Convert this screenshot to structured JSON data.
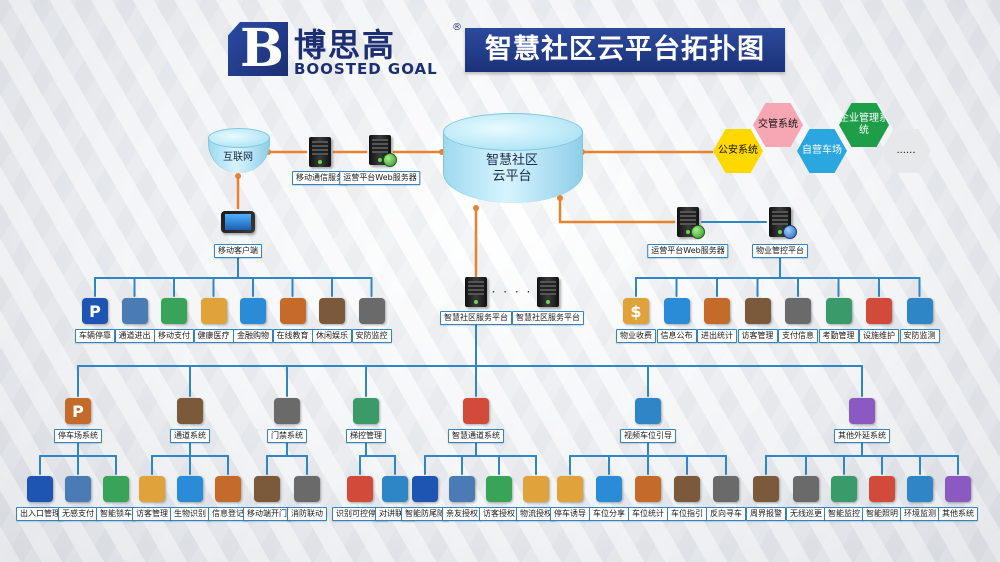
{
  "brand": {
    "mark": "B",
    "name_cn": "博思高",
    "name_en": "BOOSTED GOAL",
    "registered": "®"
  },
  "title": "智慧社区云平台拓扑图",
  "cloud": {
    "line1": "智慧社区",
    "line2": "云平台"
  },
  "internet": {
    "label": "互联网"
  },
  "top_servers": {
    "mobile": "移动通信服务",
    "web": "运营平台Web服务器"
  },
  "mobile_client": "移动客户端",
  "right_servers": {
    "web": "运营平台Web服务器",
    "property": "物业管控平台"
  },
  "mid_servers": {
    "left": "智慧社区服务平台",
    "right": "智慧社区服务平台",
    "ellipsis": "· · · ·"
  },
  "external_systems": [
    {
      "label": "公安系统",
      "color": "#ffd800"
    },
    {
      "label": "交管系统",
      "color": "#f7a6b3"
    },
    {
      "label": "自营车场",
      "color": "#2aa7e0"
    },
    {
      "label": "企业管理系统",
      "color": "#1f9e4a"
    },
    {
      "label": "......",
      "color": "#e6e8ea"
    }
  ],
  "left_services": [
    "车辆停靠",
    "通道进出",
    "移动支付",
    "健康医疗",
    "金融购物",
    "在线教育",
    "休闲娱乐",
    "安防监控"
  ],
  "right_services": [
    "物业收费",
    "信息公布",
    "进出统计",
    "访客管理",
    "支付信息",
    "考勤管理",
    "设施维护",
    "安防监测"
  ],
  "subsystems": [
    {
      "label": "停车场系统",
      "children": [
        "出入口管理",
        "无感支付",
        "智能锁车"
      ]
    },
    {
      "label": "通道系统",
      "children": [
        "访客管理",
        "生物识别",
        "信息登记"
      ]
    },
    {
      "label": "门禁系统",
      "children": [
        "移动端开门",
        "消防联动"
      ]
    },
    {
      "label": "梯控管理",
      "children": [
        "识别可控停层",
        "对讲联动"
      ]
    },
    {
      "label": "智慧通道系统",
      "children": [
        "智能防尾随",
        "亲友授权",
        "访客授权",
        "物流授权"
      ]
    },
    {
      "label": "视频车位引导",
      "children": [
        "停车诱导",
        "车位分享",
        "车位统计",
        "车位指引",
        "反向寻车"
      ]
    },
    {
      "label": "其他外延系统",
      "children": [
        "周界报警",
        "无线巡更",
        "智能监控",
        "智能照明",
        "环境监测",
        "其他系统"
      ]
    }
  ],
  "colors": {
    "wire_orange": "#e8822e",
    "wire_blue": "#2f86c6",
    "brand_blue": "#1c2f73"
  }
}
